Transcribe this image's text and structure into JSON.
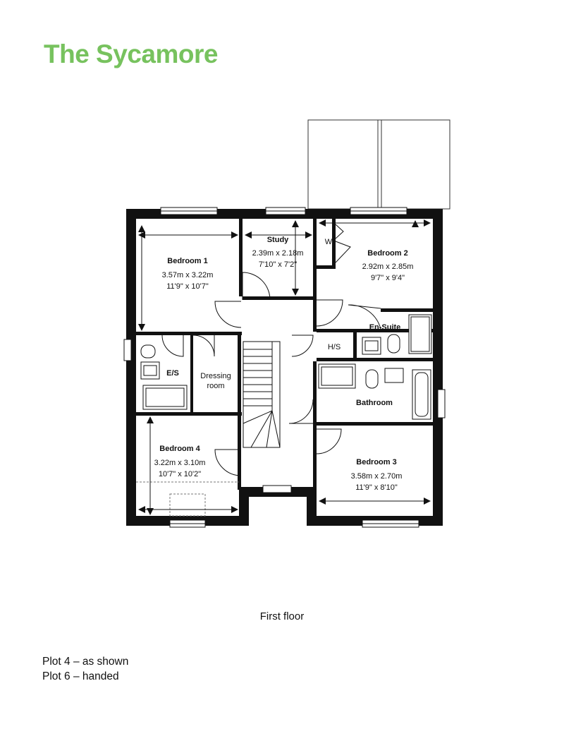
{
  "title": "The Sycamore",
  "accent_color": "#77c25e",
  "floor_label": "First floor",
  "plots": [
    "Plot 4 – as shown",
    "Plot 6 – handed"
  ],
  "rooms": {
    "bedroom1": {
      "name": "Bedroom 1",
      "metric": "3.57m x 3.22m",
      "imperial": "11'9\" x 10'7\""
    },
    "study": {
      "name": "Study",
      "metric": "2.39m x 2.18m",
      "imperial": "7'10\" x 7'2\""
    },
    "bedroom2": {
      "name": "Bedroom 2",
      "metric": "2.92m x 2.85m",
      "imperial": "9'7\" x 9'4\""
    },
    "ensuite": {
      "name": "En-Suite"
    },
    "es": {
      "name": "E/S"
    },
    "dressing": {
      "name": "Dressing",
      "name2": "room"
    },
    "hs": {
      "name": "H/S"
    },
    "bathroom": {
      "name": "Bathroom"
    },
    "bedroom4": {
      "name": "Bedroom 4",
      "metric": "3.22m x 3.10m",
      "imperial": "10'7\" x 10'2\""
    },
    "bedroom3": {
      "name": "Bedroom 3",
      "metric": "3.58m x 2.70m",
      "imperial": "11'9\" x 8'10\""
    },
    "wardrobe": {
      "name": "W"
    }
  }
}
